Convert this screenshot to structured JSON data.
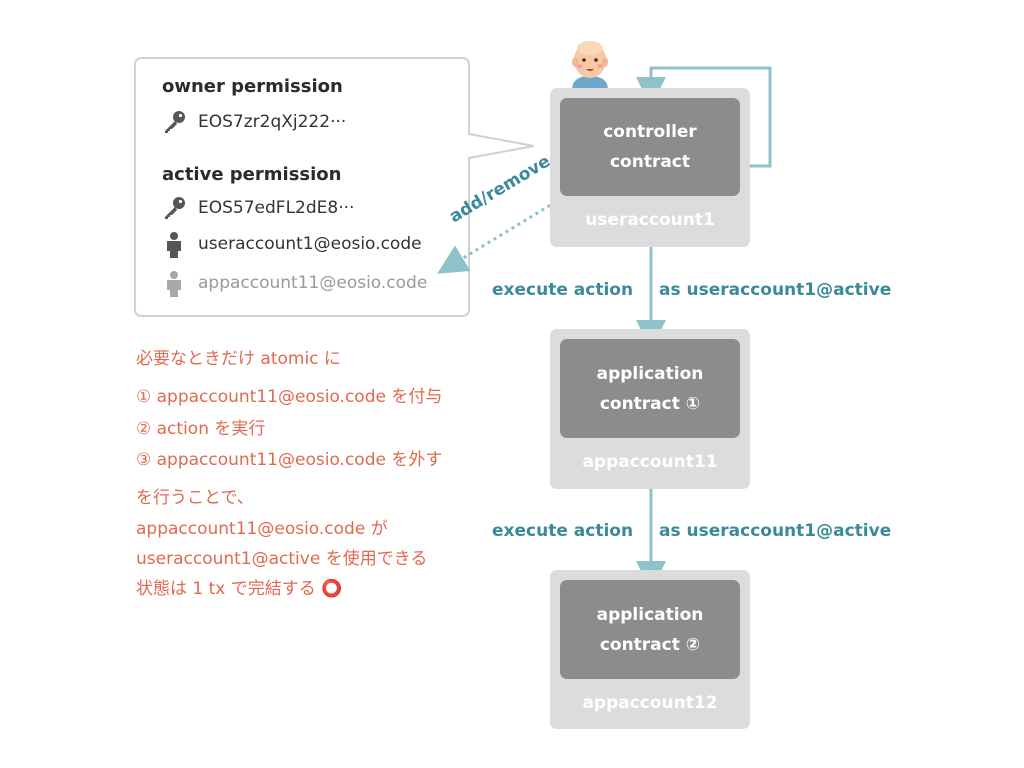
{
  "permissions_panel": {
    "owner_title": "owner permission",
    "owner_key": "EOS7zr2qXj222···",
    "active_title": "active permission",
    "active_key": "EOS57edFL2dE8···",
    "active_account_1": "useraccount1@eosio.code",
    "active_account_2": "appaccount11@eosio.code"
  },
  "add_remove_label": "add/remove",
  "accounts": [
    {
      "contract_line1": "controller",
      "contract_line2": "contract",
      "account": "useraccount1"
    },
    {
      "contract_line1": "application",
      "contract_line2": "contract ①",
      "account": "appaccount11"
    },
    {
      "contract_line1": "application",
      "contract_line2": "contract ②",
      "account": "appaccount12"
    }
  ],
  "flows": [
    {
      "left": "execute action",
      "right": "as useraccount1@active"
    },
    {
      "left": "execute action",
      "right": "as useraccount1@active"
    }
  ],
  "notes": {
    "heading": "必要なときだけ atomic に",
    "step1": "① appaccount11@eosio.code を付与",
    "step2": "② action を実行",
    "step3": "③ appaccount11@eosio.code を外す",
    "line4": "を行うことで、",
    "line5": "appaccount11@eosio.code が",
    "line6": "useraccount1@active を使用できる",
    "line7": "状態は 1 tx で完結する ⭕"
  },
  "colors": {
    "accent": "#3a8a99",
    "arrow_line": "#8fc1ca",
    "note_text": "#e06a50",
    "inner_box": "#8c8c8c",
    "outer_box": "#dcdcdc"
  },
  "icons": [
    "person-avatar-icon",
    "key-icon",
    "person-icon"
  ]
}
